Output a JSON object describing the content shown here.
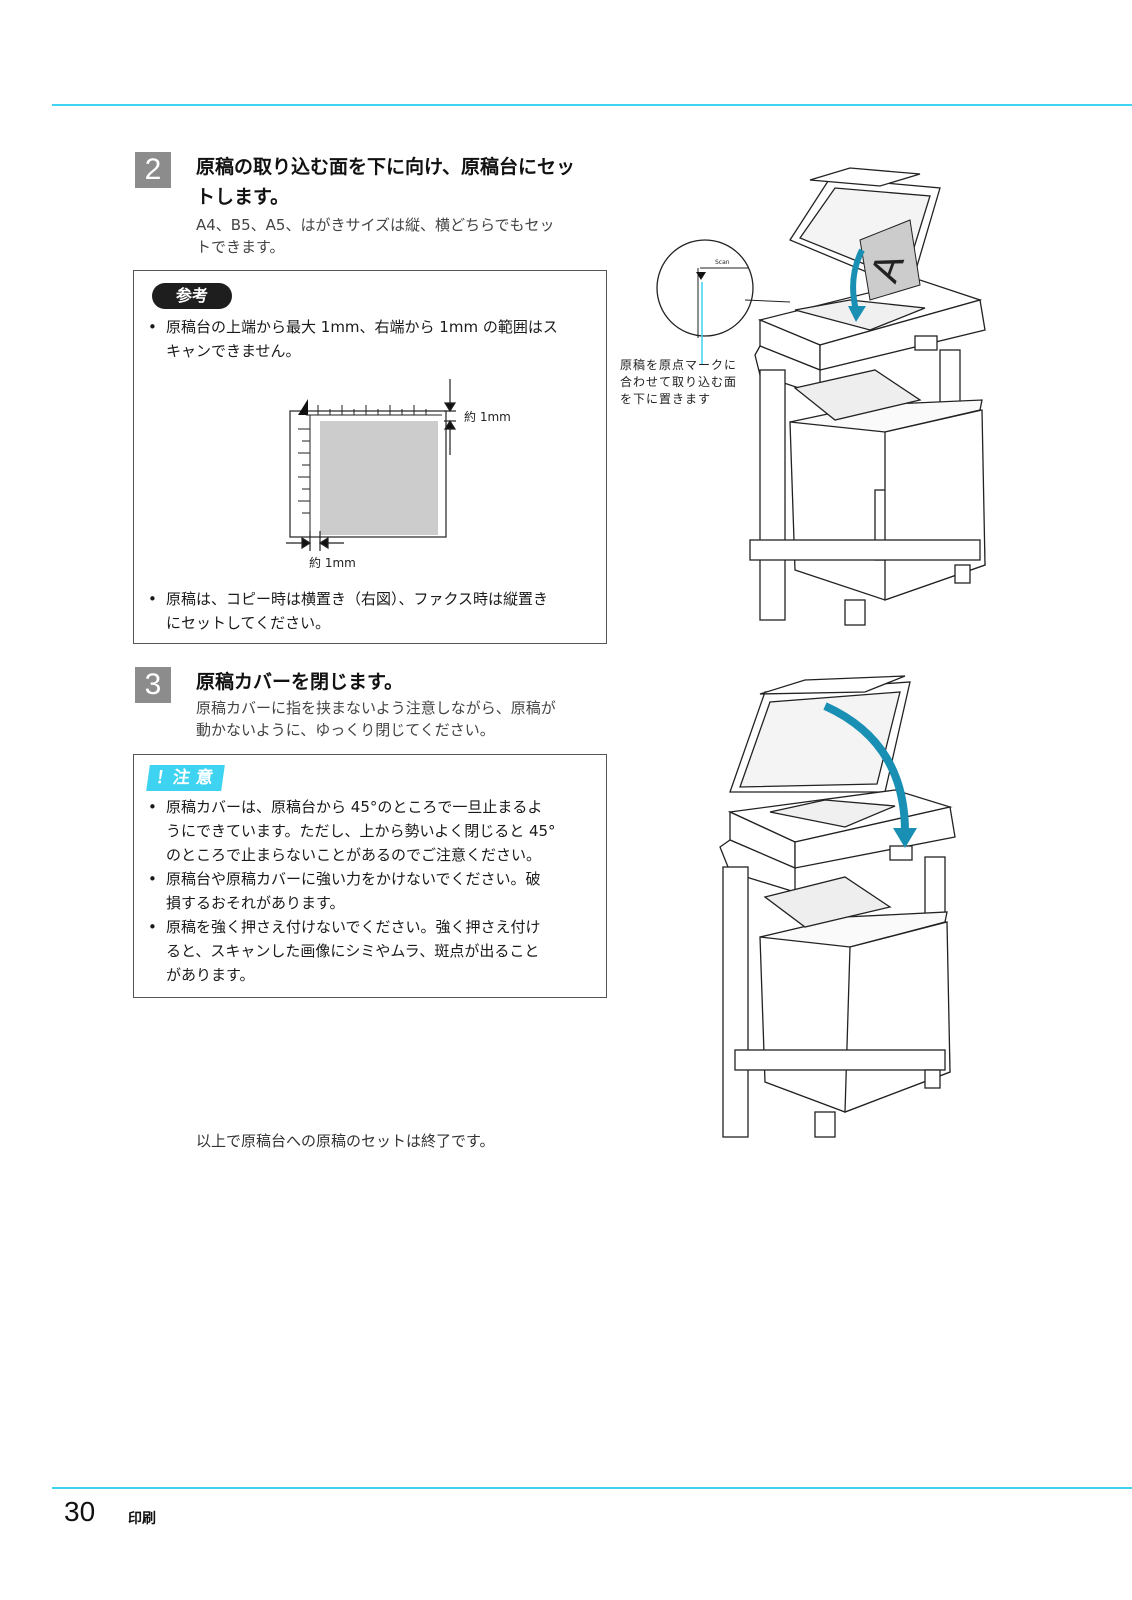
{
  "step2": {
    "number": "2",
    "title_line1": "原稿の取り込む面を下に向け、原稿台にセッ",
    "title_line2": "トします。",
    "desc_line1": "A4、B5、A5、はがきサイズは縦、横どちらでもセッ",
    "desc_line2": "トできます。"
  },
  "reference": {
    "badge": "参考",
    "bullet1_line1": "原稿台の上端から最大 1mm、右端から 1mm の範囲はス",
    "bullet1_line2": "キャンできません。",
    "margin_top_label": "約 1mm",
    "margin_left_label": "約 1mm",
    "bullet2_line1": "原稿は、コピー時は横置き（右図）、ファクス時は縦置き",
    "bullet2_line2": "にセットしてください。"
  },
  "figure1": {
    "caption_line1": "原稿を原点マークに",
    "caption_line2": "合わせて取り込む面",
    "caption_line3": "を下に置きます",
    "scan_label": "Scan"
  },
  "step3": {
    "number": "3",
    "title": "原稿カバーを閉じます。",
    "desc_line1": "原稿カバーに指を挟まないよう注意しながら、原稿が",
    "desc_line2": "動かないように、ゆっくり閉じてください。"
  },
  "caution": {
    "badge": "！注 意",
    "bullet1_line1": "原稿カバーは、原稿台から 45°のところで一旦止まるよ",
    "bullet1_line2": "うにできています。ただし、上から勢いよく閉じると 45°",
    "bullet1_line3": "のところで止まらないことがあるのでご注意ください。",
    "bullet2_line1": "原稿台や原稿カバーに強い力をかけないでください。破",
    "bullet2_line2": "損するおそれがあります。",
    "bullet3_line1": "原稿を強く押さえ付けないでください。強く押さえ付け",
    "bullet3_line2": "ると、スキャンした画像にシミやムラ、斑点が出ること",
    "bullet3_line3": "があります。"
  },
  "closing": "以上で原稿台への原稿のセットは終了です。",
  "footer": {
    "page_number": "30",
    "section": "印刷"
  },
  "colors": {
    "accent": "#3ed3f0",
    "step_badge": "#8c8c8c",
    "reference_badge": "#1e1e1e",
    "document_gray": "#cccccc"
  }
}
